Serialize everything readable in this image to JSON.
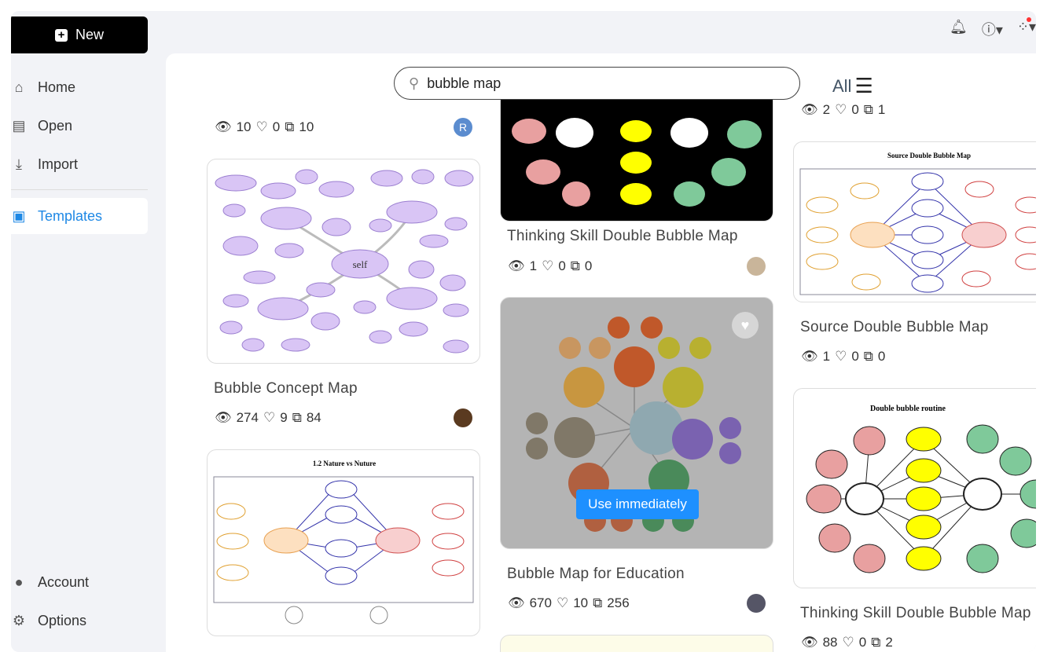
{
  "sidebar": {
    "new_label": "New",
    "items": [
      {
        "label": "Home"
      },
      {
        "label": "Open"
      },
      {
        "label": "Import"
      },
      {
        "label": "Templates"
      }
    ],
    "bottom": [
      {
        "label": "Account"
      },
      {
        "label": "Options"
      }
    ]
  },
  "search": {
    "value": "bubble map",
    "filter_label": "All"
  },
  "colors": {
    "accent": "#1e88e5",
    "use_button": "#1e90ff"
  },
  "cards": [
    {
      "title": "",
      "views": "10",
      "likes": "0",
      "copies": "10",
      "avatar": "R"
    },
    {
      "title": "Bubble Concept Map",
      "views": "274",
      "likes": "9",
      "copies": "84",
      "thumb_center": "self"
    },
    {
      "title": "",
      "thumb_title": "1.2 Nature vs Nuture"
    },
    {
      "title": "Thinking Skill Double Bubble Map",
      "views": "1",
      "likes": "0",
      "copies": "0"
    },
    {
      "title": "Bubble Map for Education",
      "views": "670",
      "likes": "10",
      "copies": "256",
      "action": "Use immediately"
    },
    {
      "title": "",
      "views": "2",
      "likes": "0",
      "copies": "1"
    },
    {
      "title": "Source Double Bubble Map",
      "views": "1",
      "likes": "0",
      "copies": "0",
      "thumb_title": "Source Double Bubble Map"
    },
    {
      "title": "Thinking Skill Double Bubble Map",
      "views": "88",
      "likes": "0",
      "copies": "2",
      "thumb_title": "Double bubble routine"
    }
  ]
}
